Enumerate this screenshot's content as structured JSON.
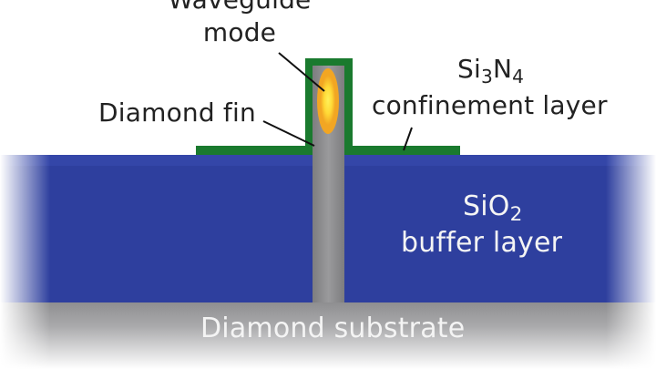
{
  "labels": {
    "waveguide_mode_line1": "Waveguide",
    "waveguide_mode_line2": "mode",
    "diamond_fin": "Diamond fin",
    "si3n4_si": "Si",
    "si3n4_sub3": "3",
    "si3n4_n": "N",
    "si3n4_sub4": "4",
    "confinement_layer": "confinement layer",
    "sio2_si": "SiO",
    "sio2_sub2": "2",
    "buffer_layer": "buffer layer",
    "diamond_substrate": "Diamond substrate"
  },
  "colors": {
    "sio2_layer": "#2e3f9e",
    "diamond": "#8d8d8f",
    "si3n4_layer": "#1a7a2e",
    "mode_outer": "#f2a623",
    "mode_inner": "#ffe246",
    "label_dark": "#222222",
    "label_light": "#f4f4f4"
  }
}
